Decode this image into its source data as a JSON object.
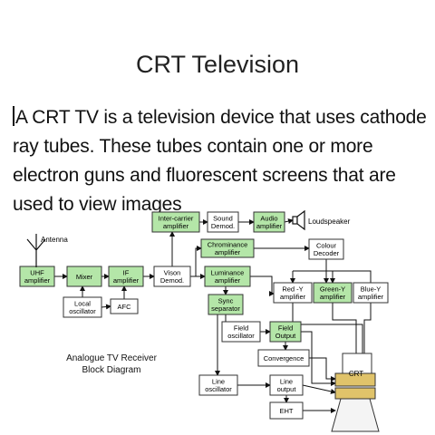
{
  "slide": {
    "title": "CRT Television",
    "body": "A CRT TV is a television device that uses cathode ray tubes. These tubes contain one or more electron guns and fluorescent screens that are used to view images"
  },
  "diagram": {
    "caption_line1": "Analogue TV Receiver",
    "caption_line2": "Block Diagram",
    "antenna_label": "Antenna",
    "loudspeaker_label": "Loudspeaker",
    "crt_label": "CRT",
    "colors": {
      "green_box": "#b4e6a8",
      "white_box": "#ffffff",
      "stroke": "#333333"
    },
    "blocks": [
      {
        "id": "uhf",
        "lines": [
          "UHF",
          "amplifier"
        ],
        "color": "green"
      },
      {
        "id": "mixer",
        "lines": [
          "Mixer"
        ],
        "color": "green"
      },
      {
        "id": "if",
        "lines": [
          "IF",
          "amplifier"
        ],
        "color": "green"
      },
      {
        "id": "vision-demod",
        "lines": [
          "Vison",
          "Demod."
        ],
        "color": "white"
      },
      {
        "id": "local-osc",
        "lines": [
          "Local",
          "oscillator"
        ],
        "color": "white"
      },
      {
        "id": "afc",
        "lines": [
          "AFC"
        ],
        "color": "white"
      },
      {
        "id": "intercarrier",
        "lines": [
          "Inter-carrier",
          "amplifier"
        ],
        "color": "green"
      },
      {
        "id": "sound-demod",
        "lines": [
          "Sound",
          "Demod."
        ],
        "color": "white"
      },
      {
        "id": "audio-amp",
        "lines": [
          "Audio",
          "amplifier"
        ],
        "color": "green"
      },
      {
        "id": "chroma",
        "lines": [
          "Chrominance",
          "amplifier"
        ],
        "color": "green"
      },
      {
        "id": "colour-decoder",
        "lines": [
          "Colour",
          "Decoder"
        ],
        "color": "white"
      },
      {
        "id": "luma",
        "lines": [
          "Luminance",
          "amplifier"
        ],
        "color": "green"
      },
      {
        "id": "red-y",
        "lines": [
          "Red -Y",
          "amplifier"
        ],
        "color": "white"
      },
      {
        "id": "green-y",
        "lines": [
          "Green-Y",
          "amplifier"
        ],
        "color": "green"
      },
      {
        "id": "blue-y",
        "lines": [
          "Blue-Y",
          "amplifier"
        ],
        "color": "white"
      },
      {
        "id": "sync-sep",
        "lines": [
          "Sync",
          "separator"
        ],
        "color": "green"
      },
      {
        "id": "field-osc",
        "lines": [
          "Field",
          "oscillator"
        ],
        "color": "white"
      },
      {
        "id": "field-out",
        "lines": [
          "Field",
          "Output"
        ],
        "color": "green"
      },
      {
        "id": "convergence",
        "lines": [
          "Convergence"
        ],
        "color": "white"
      },
      {
        "id": "line-osc",
        "lines": [
          "Line",
          "oscillator"
        ],
        "color": "white"
      },
      {
        "id": "line-out",
        "lines": [
          "Line",
          "output"
        ],
        "color": "white"
      },
      {
        "id": "eht",
        "lines": [
          "EHT"
        ],
        "color": "white"
      }
    ]
  }
}
